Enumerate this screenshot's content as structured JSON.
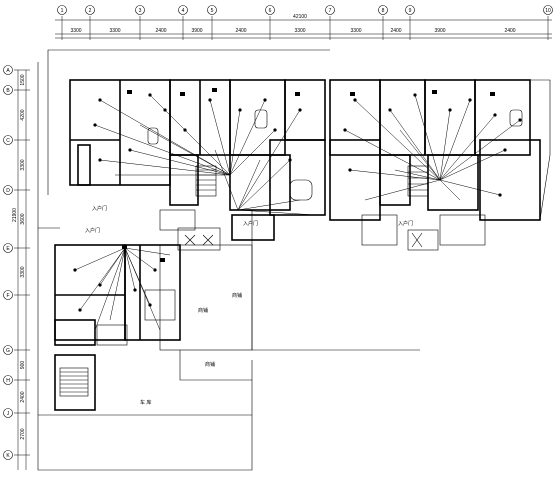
{
  "grid_top": [
    "1",
    "2",
    "3",
    "4",
    "5",
    "6",
    "7",
    "8",
    "9",
    "10"
  ],
  "grid_left": [
    "A",
    "B",
    "C",
    "D",
    "E",
    "F",
    "G",
    "H",
    "J",
    "K"
  ],
  "dims_top": [
    "3300",
    "3300",
    "2400",
    "3900",
    "2400",
    "3300",
    "3300",
    "2400",
    "3900",
    "2400"
  ],
  "dim_top_total": "42100",
  "dims_left": [
    "1500",
    "4200",
    "3300",
    "3600",
    "3300",
    "900",
    "2400",
    "2700"
  ],
  "dim_left_total": "21900",
  "room_labels": {
    "hall_a": "入户门",
    "hall_b": "入户门",
    "hall_c": "入户门",
    "hall_d": "入户门",
    "shop_a": "商铺",
    "shop_b": "商铺",
    "shop_c": "商铺",
    "garage": "车 库"
  }
}
